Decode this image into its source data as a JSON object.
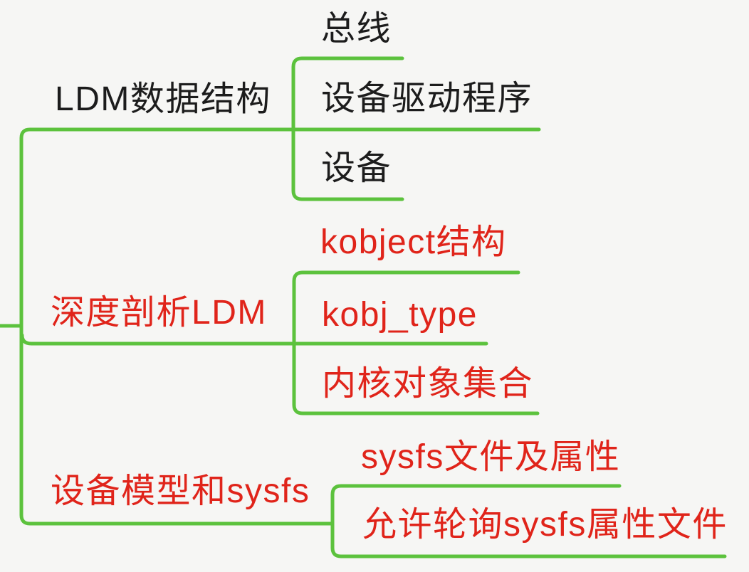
{
  "colors": {
    "connector_green": "#5cc23d",
    "topic_red": "#e0241a",
    "topic_black": "#1c1c1c",
    "background": "#f6f6f4"
  },
  "mindmap": {
    "branches": [
      {
        "label": "LDM数据结构",
        "text_color": "black",
        "children": [
          {
            "label": "总线"
          },
          {
            "label": "设备驱动程序"
          },
          {
            "label": "设备"
          }
        ]
      },
      {
        "label": "深度剖析LDM",
        "text_color": "red",
        "children": [
          {
            "label": "kobject结构"
          },
          {
            "label": "kobj_type"
          },
          {
            "label": "内核对象集合"
          }
        ]
      },
      {
        "label": "设备模型和sysfs",
        "text_color": "red",
        "children": [
          {
            "label": "sysfs文件及属性"
          },
          {
            "label": "允许轮询sysfs属性文件"
          }
        ]
      }
    ]
  }
}
